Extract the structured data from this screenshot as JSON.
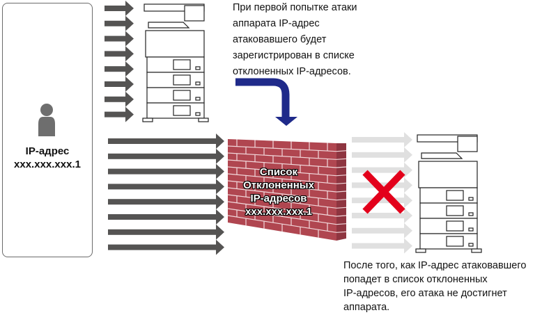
{
  "attacker": {
    "icon": "person-icon",
    "label_line1": "IP-адрес",
    "label_line2": "xxx.xxx.xxx.1"
  },
  "top_note": {
    "lines": [
      "При первой попытке атаки",
      "аппарата IP-адрес",
      "атаковавшего будет",
      "зарегистрирован в списке",
      "отклоненных IP-адресов."
    ]
  },
  "wall": {
    "icon": "brick-wall-icon",
    "lines": [
      "Список",
      "Отклоненных",
      "IP-адресов",
      "xxx.xxx.xxx.1"
    ]
  },
  "bottom_note": {
    "lines": [
      "После того, как IP-адрес атаковавшего",
      "попадет в список отклоненных",
      "IP-адресов, его атака не достигнет",
      "аппарата."
    ]
  },
  "colors": {
    "attack_arrow": "#555453",
    "blocked_arrow": "#e0e0e0",
    "flow_arrow": "#1f2a8a",
    "wall_face": "#b04650",
    "wall_side": "#8e3540",
    "block_x": "#e3001b",
    "person": "#6e6e6e"
  }
}
